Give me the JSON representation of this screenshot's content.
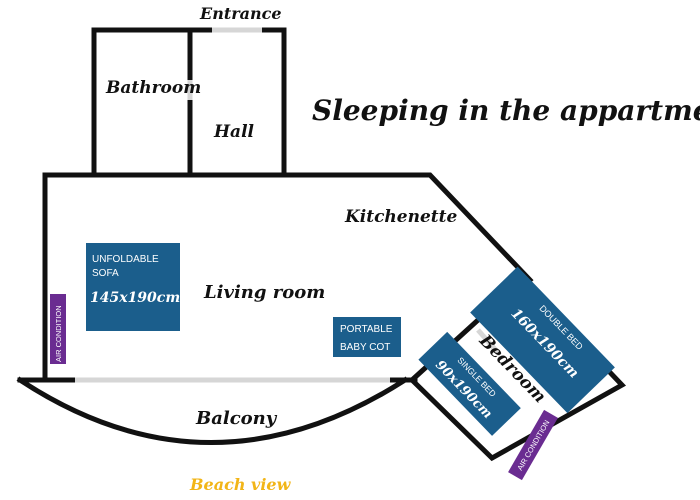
{
  "title": "Sleeping in the appartment",
  "rooms": {
    "entrance": "Entrance",
    "bathroom": "Bathroom",
    "hall": "Hall",
    "kitchenette": "Kitchenette",
    "living_room": "Living room",
    "balcony": "Balcony",
    "bedroom": "Bedroom"
  },
  "furniture": {
    "sofa": {
      "line1": "UNFOLDABLE",
      "line2": "SOFA",
      "size": "145x190cm"
    },
    "cot": {
      "line1": "PORTABLE",
      "line2": "BABY COT"
    },
    "double_bed": {
      "label": "DOUBLE BED",
      "size": "160x190cm"
    },
    "single_bed": {
      "label": "SINGLE BED",
      "size": "90x190cm"
    }
  },
  "air_condition": "AIR CONDITION",
  "footer": "Beach view",
  "colors": {
    "wall": "#111111",
    "furniture": "#1b5e8c",
    "air_condition": "#6a2c91",
    "footer": "#f2b517",
    "opening": "#d6d6d6"
  }
}
